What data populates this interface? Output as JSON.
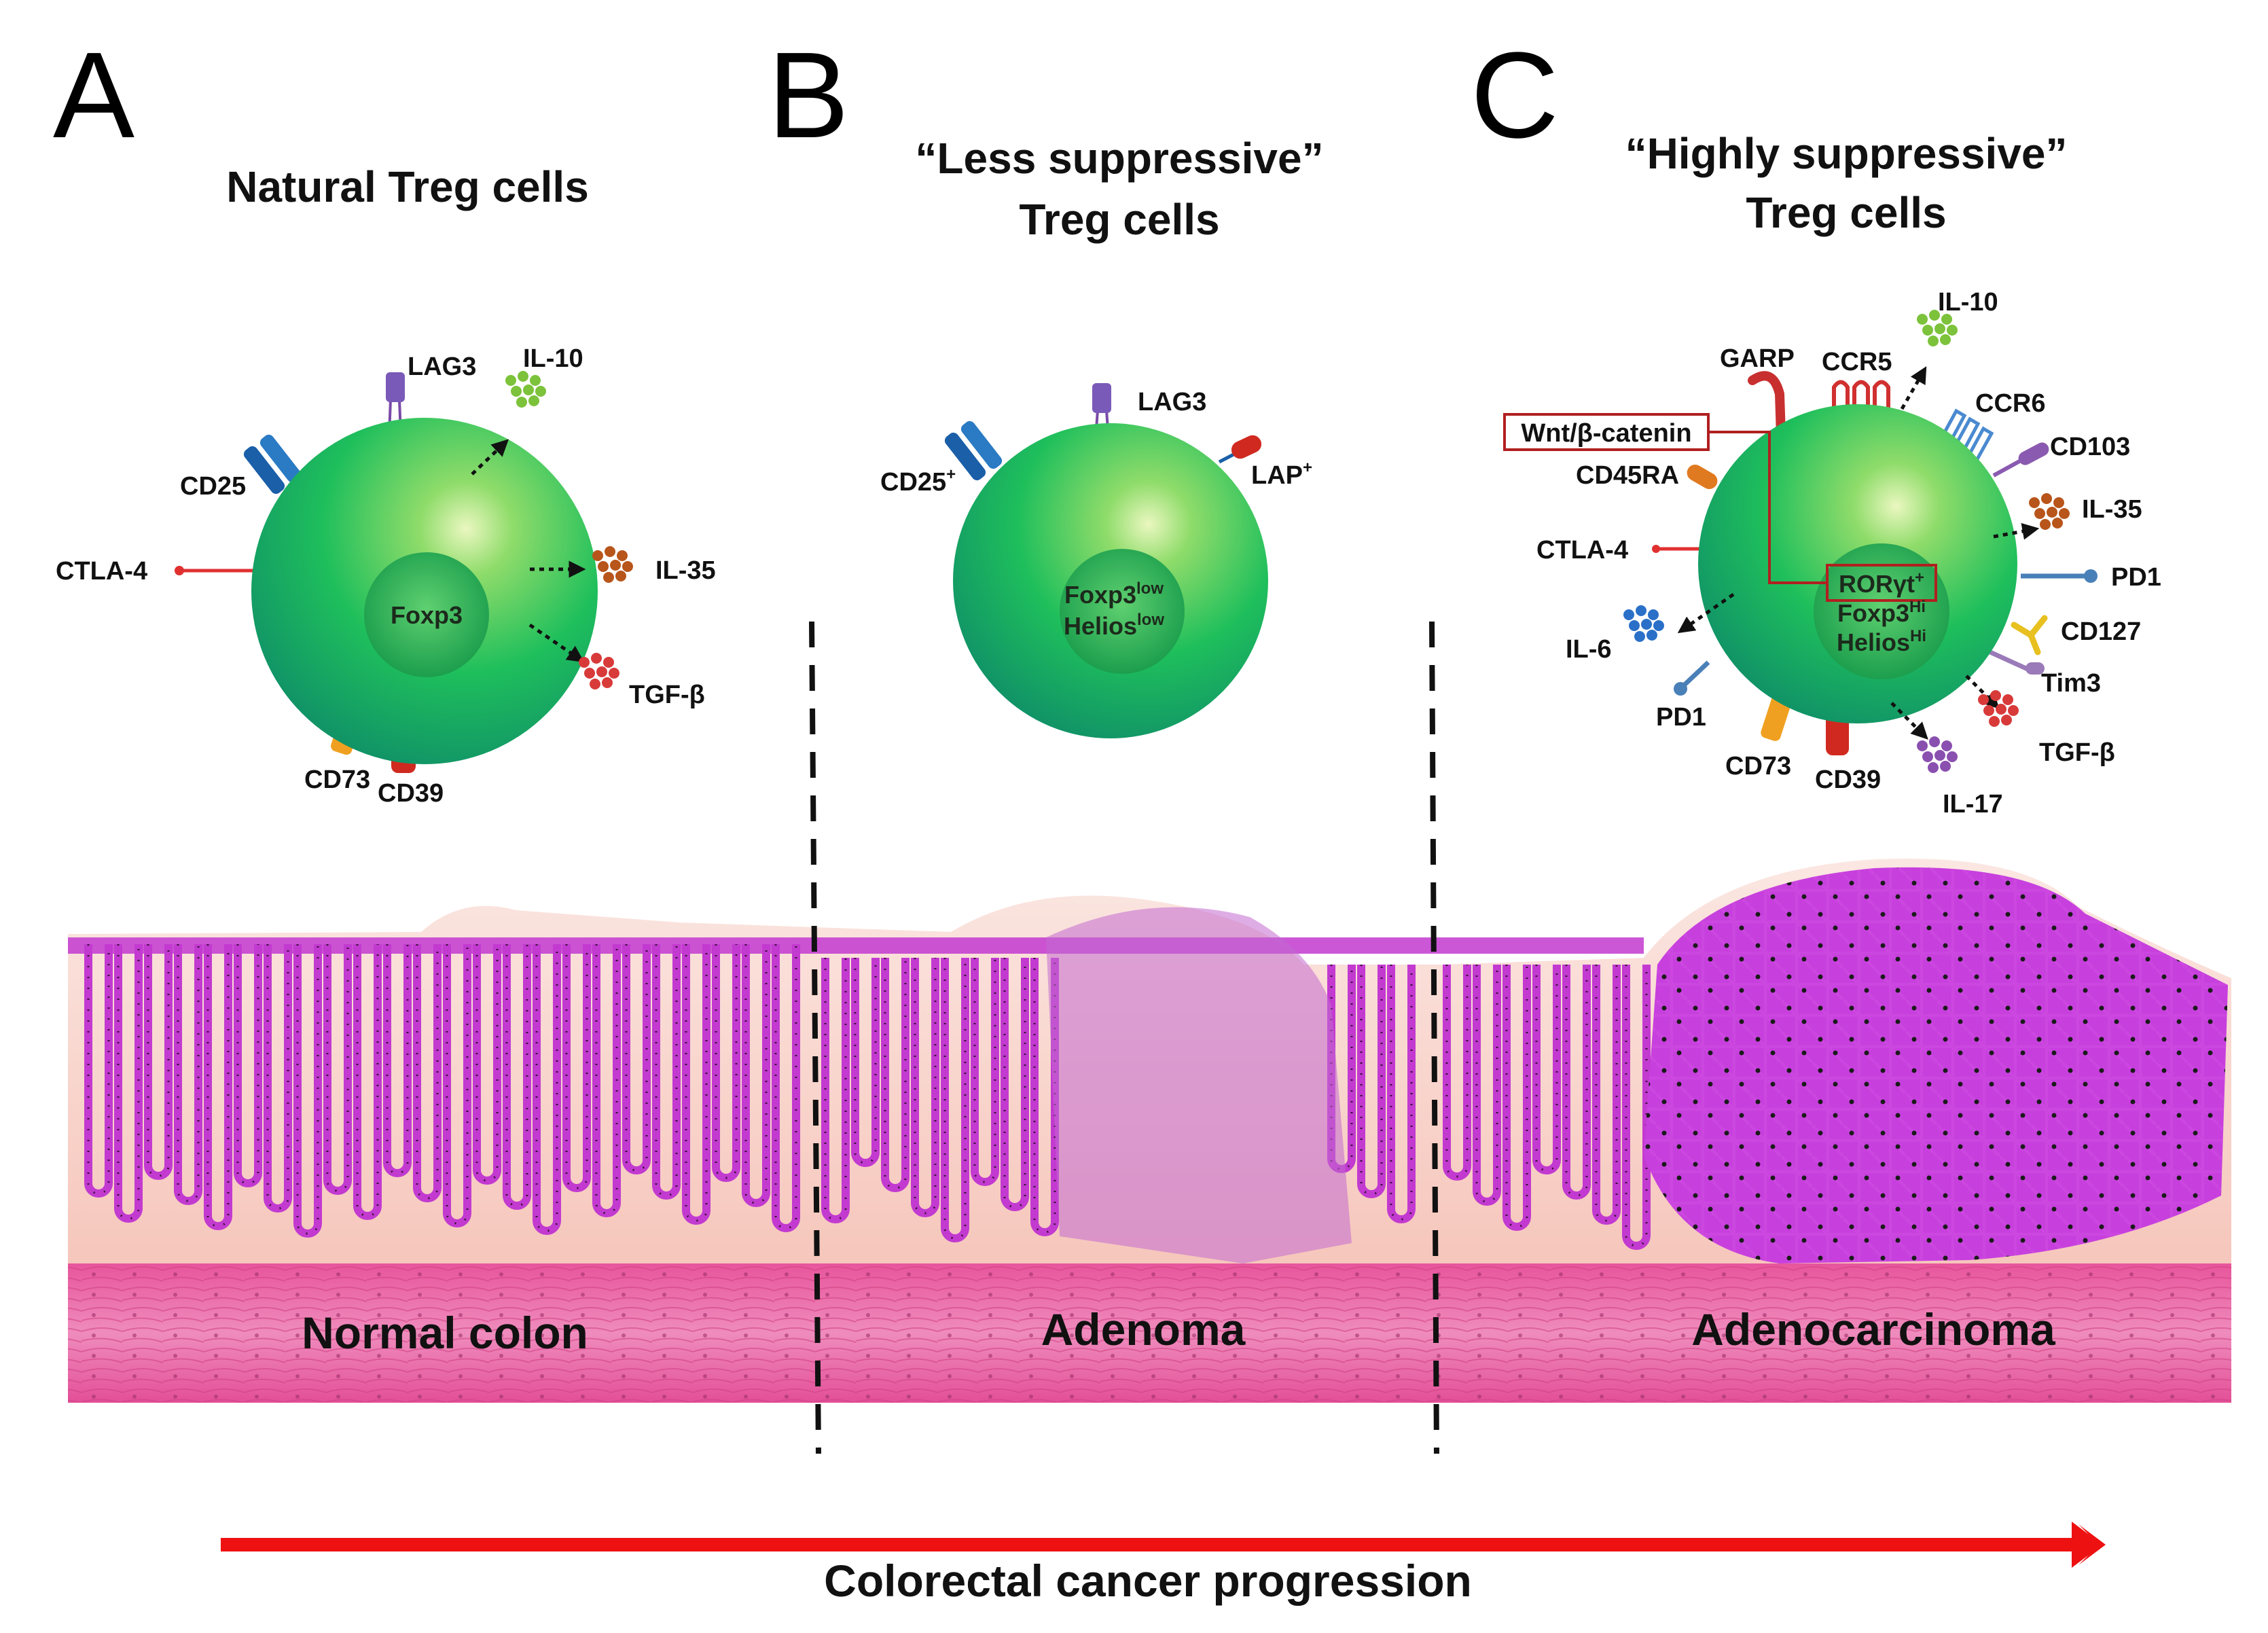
{
  "panels": {
    "a": {
      "letter": "A",
      "title": "Natural Treg cells",
      "nucleus": "Foxp3",
      "markers": [
        "LAG3",
        "IL-10",
        "CD25",
        "CTLA-4",
        "IL-35",
        "TGF-β",
        "CD73",
        "CD39"
      ]
    },
    "b": {
      "letter": "B",
      "title_line1": "“Less suppressive”",
      "title_line2": "Treg cells",
      "nucleus": {
        "foxp3": "Foxp3",
        "foxp3_sup": "low",
        "helios": "Helios",
        "helios_sup": "low"
      },
      "markers": {
        "lag3": "LAG3",
        "cd25": "CD25",
        "cd25_sup": "+",
        "lap": "LAP",
        "lap_sup": "+"
      }
    },
    "c": {
      "letter": "C",
      "title_line1": "“Highly suppressive”",
      "title_line2": "Treg cells",
      "pathway_box": "Wnt/β-catenin",
      "nucleus": {
        "ror": "RORγt",
        "ror_sup": "+",
        "foxp3": "Foxp3",
        "foxp3_sup": "Hi",
        "helios": "Helios",
        "helios_sup": "Hi"
      },
      "markers": [
        "IL-10",
        "GARP",
        "CCR5",
        "CCR6",
        "CD103",
        "CD45RA",
        "IL-35",
        "CTLA-4",
        "PD1",
        "CD127",
        "IL-6",
        "Tim3",
        "PD1",
        "CD73",
        "CD39",
        "TGF-β",
        "IL-17"
      ]
    }
  },
  "tissue": {
    "labels": [
      "Normal colon",
      "Adenoma",
      "Adenocarcinoma"
    ]
  },
  "progression": {
    "label": "Colorectal cancer progression"
  },
  "colors": {
    "cell": "#22c25a",
    "mucosa": "#f8cbbf",
    "epithelium": "#c040d0",
    "muscle": "#e86aa8",
    "arrow": "#ee1111"
  }
}
